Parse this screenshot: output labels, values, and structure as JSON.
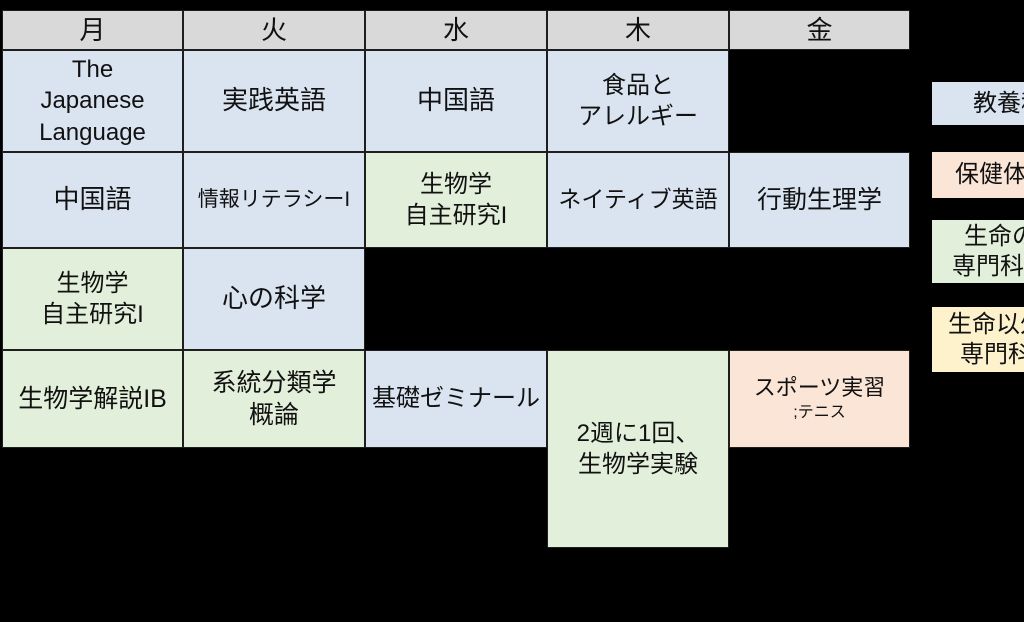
{
  "colors": {
    "background": "#000000",
    "header_gray": "#d9d9d9",
    "liberal_arts_blue": "#dae4f1",
    "life_science_green": "#e2efda",
    "health_pe_pink": "#fbe5d6",
    "non_life_yellow": "#fef2cc",
    "border": "#1e1e1e",
    "text": "#111111"
  },
  "timetable": {
    "days": [
      "月",
      "火",
      "水",
      "木",
      "金"
    ],
    "cells": [
      {
        "col": 1,
        "row": 1,
        "color": "blue",
        "lines": [
          "The",
          "Japanese",
          "Language"
        ],
        "fs": 24
      },
      {
        "col": 2,
        "row": 1,
        "color": "blue",
        "lines": [
          "実践英語"
        ],
        "fs": 26
      },
      {
        "col": 3,
        "row": 1,
        "color": "blue",
        "lines": [
          "中国語"
        ],
        "fs": 26
      },
      {
        "col": 4,
        "row": 1,
        "color": "blue",
        "lines": [
          "食品と",
          "アレルギー"
        ],
        "fs": 24
      },
      {
        "col": 1,
        "row": 2,
        "color": "blue",
        "lines": [
          "中国語"
        ],
        "fs": 26
      },
      {
        "col": 2,
        "row": 2,
        "color": "blue",
        "lines": [
          "情報リテラシーI"
        ],
        "fs": 21
      },
      {
        "col": 3,
        "row": 2,
        "color": "green",
        "lines": [
          "生物学",
          "自主研究I"
        ],
        "fs": 24
      },
      {
        "col": 4,
        "row": 2,
        "color": "blue",
        "lines": [
          "ネイティブ英語"
        ],
        "fs": 23
      },
      {
        "col": 5,
        "row": 2,
        "color": "blue",
        "lines": [
          "行動生理学"
        ],
        "fs": 25
      },
      {
        "col": 1,
        "row": 3,
        "color": "green",
        "lines": [
          "生物学",
          "自主研究I"
        ],
        "fs": 24
      },
      {
        "col": 2,
        "row": 3,
        "color": "blue",
        "lines": [
          "心の科学"
        ],
        "fs": 26
      },
      {
        "col": 1,
        "row": 4,
        "color": "green",
        "lines": [
          "生物学解説IB"
        ],
        "fs": 25
      },
      {
        "col": 2,
        "row": 4,
        "color": "green",
        "lines": [
          "系統分類学",
          "概論"
        ],
        "fs": 25
      },
      {
        "col": 3,
        "row": 4,
        "color": "blue",
        "lines": [
          "基礎ゼミナール"
        ],
        "fs": 24
      },
      {
        "col": 4,
        "row": 4,
        "rowspan": 2,
        "color": "green",
        "lines": [
          "2週に1回、",
          "生物学実験"
        ],
        "fs": 24
      },
      {
        "col": 5,
        "row": 4,
        "color": "pink",
        "lines": [
          "スポーツ実習"
        ],
        "sub": ";テニス",
        "fs": 22,
        "sub_fs": 16
      }
    ]
  },
  "legend": {
    "items": [
      {
        "color": "blue",
        "lines": [
          "教養科目"
        ]
      },
      {
        "color": "pink",
        "lines": [
          "保健体育"
        ]
      },
      {
        "color": "green",
        "lines": [
          "生命の",
          "専門科目"
        ]
      },
      {
        "color": "yellow",
        "lines": [
          "生命以外の",
          "専門科目"
        ]
      }
    ]
  }
}
